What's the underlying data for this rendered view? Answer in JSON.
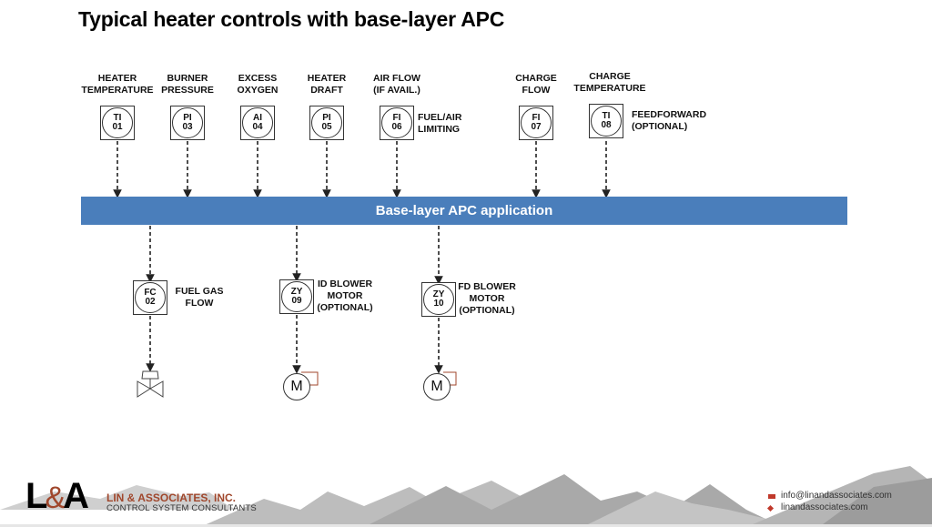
{
  "title": "Typical heater controls with base-layer APC",
  "apc_bar": {
    "label": "Base-layer APC application",
    "color": "#4a7ebb"
  },
  "inputs": [
    {
      "label_line1": "HEATER",
      "label_line2": "TEMPERATURE",
      "tag1": "TI",
      "tag2": "01"
    },
    {
      "label_line1": "BURNER",
      "label_line2": "PRESSURE",
      "tag1": "PI",
      "tag2": "03"
    },
    {
      "label_line1": "EXCESS",
      "label_line2": "OXYGEN",
      "tag1": "AI",
      "tag2": "04"
    },
    {
      "label_line1": "HEATER",
      "label_line2": "DRAFT",
      "tag1": "PI",
      "tag2": "05"
    },
    {
      "label_line1": "AIR FLOW",
      "label_line2": "(IF AVAIL.)",
      "tag1": "FI",
      "tag2": "06",
      "side_line1": "FUEL/AIR",
      "side_line2": "LIMITING"
    },
    {
      "label_line1": "CHARGE",
      "label_line2": "FLOW",
      "tag1": "FI",
      "tag2": "07"
    },
    {
      "label_line1": "CHARGE",
      "label_line2": "TEMPERATURE",
      "tag1": "TI",
      "tag2": "08",
      "side_line1": "FEEDFORWARD",
      "side_line2": "(OPTIONAL)"
    }
  ],
  "outputs": [
    {
      "tag1": "FC",
      "tag2": "02",
      "side_line1": "FUEL GAS",
      "side_line2": "FLOW",
      "final_element": "control-valve"
    },
    {
      "tag1": "ZY",
      "tag2": "09",
      "side_line1": "ID BLOWER",
      "side_line2": "MOTOR",
      "side_line3": "(OPTIONAL)",
      "final_element": "motor",
      "final_label": "M"
    },
    {
      "tag1": "ZY",
      "tag2": "10",
      "side_line1": "FD BLOWER",
      "side_line2": "MOTOR",
      "side_line3": "(OPTIONAL)",
      "final_element": "motor",
      "final_label": "M"
    }
  ],
  "footer": {
    "logo_l": "L",
    "logo_amp": "&",
    "logo_a": "A",
    "company": "LIN & ASSOCIATES, INC.",
    "tagline": "CONTROL SYSTEM CONSULTANTS",
    "email": "info@linandassociates.com",
    "website": "linandassociates.com",
    "accent": "#a0472c"
  }
}
